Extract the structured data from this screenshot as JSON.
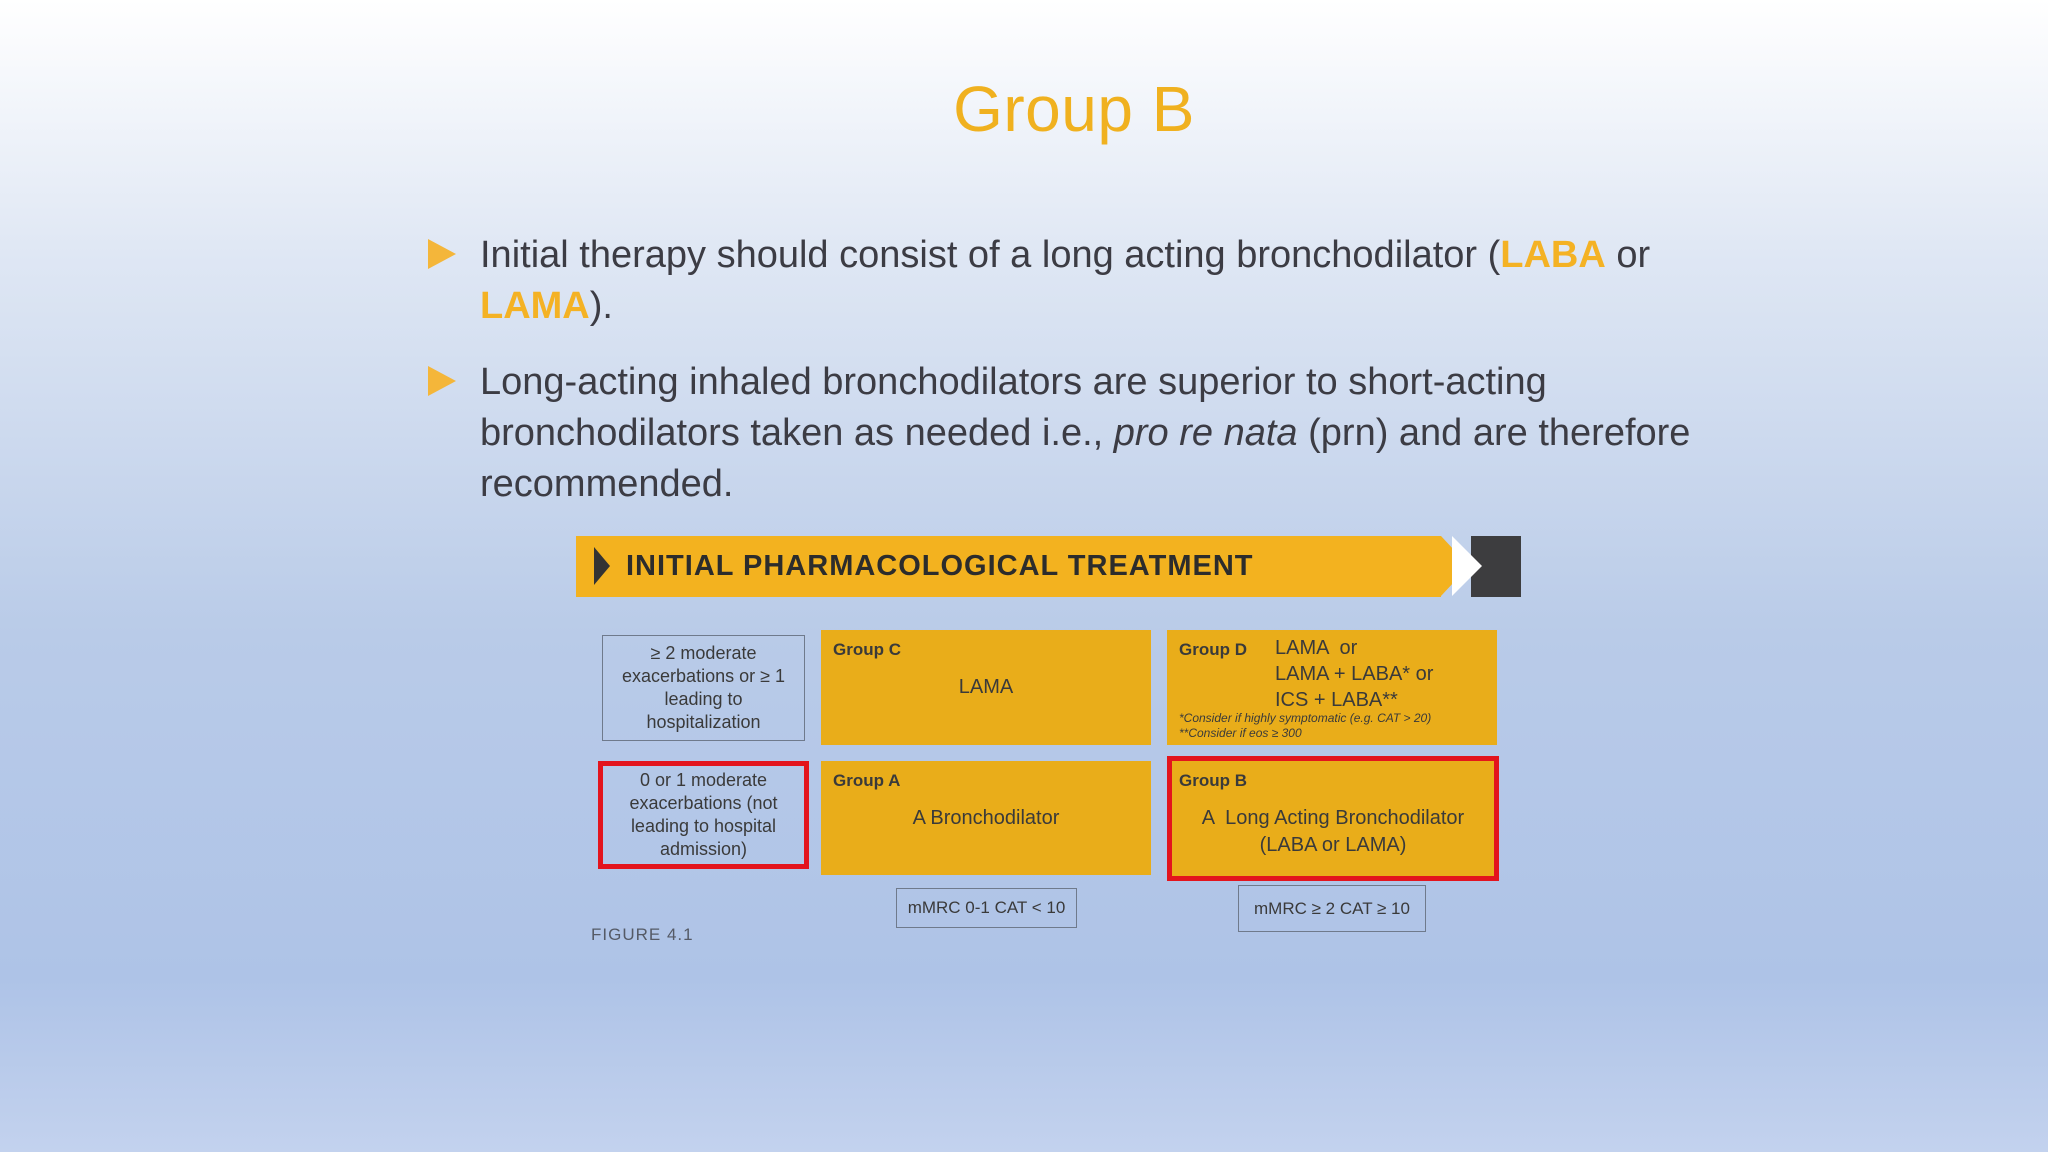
{
  "title": "Group B",
  "bullets": [
    {
      "part1": "Initial therapy should consist of a long acting bronchodilator (",
      "highlight1": "LABA",
      "part2": " or ",
      "highlight2": "LAMA",
      "part3": ")."
    },
    {
      "part1": "Long-acting inhaled bronchodilators are superior to short-acting bronchodilators taken as needed i.e., ",
      "italic": "pro re nata",
      "part2": " (prn) and are therefore recommended."
    }
  ],
  "figure": {
    "banner": "INITIAL PHARMACOLOGICAL TREATMENT",
    "row_labels": {
      "top": "≥ 2 moderate exacerbations or ≥ 1 leading to hospitalization",
      "bottom": "0 or 1 moderate exacerbations (not leading to hospital admission)"
    },
    "groups": {
      "c": {
        "name": "Group C",
        "text": "LAMA"
      },
      "d": {
        "name": "Group D",
        "lines": [
          "LAMA  or",
          "LAMA + LABA* or",
          "ICS + LABA**"
        ],
        "notes": [
          "*Consider if highly symptomatic (e.g. CAT > 20)",
          "**Consider if eos ≥ 300"
        ]
      },
      "a": {
        "name": "Group A",
        "text": "A Bronchodilator"
      },
      "b": {
        "name": "Group B",
        "line1": "A  Long Acting Bronchodilator",
        "line2": "(LABA or LAMA)"
      }
    },
    "axis_labels": {
      "left": "mMRC 0-1 CAT < 10",
      "right": "mMRC ≥ 2 CAT ≥ 10"
    },
    "caption": "FIGURE 4.1"
  },
  "colors": {
    "title": "#f0b11f",
    "highlight": "#f4b224",
    "group_fill": "#e9ad1a",
    "emphasis_border": "#e3141d"
  }
}
